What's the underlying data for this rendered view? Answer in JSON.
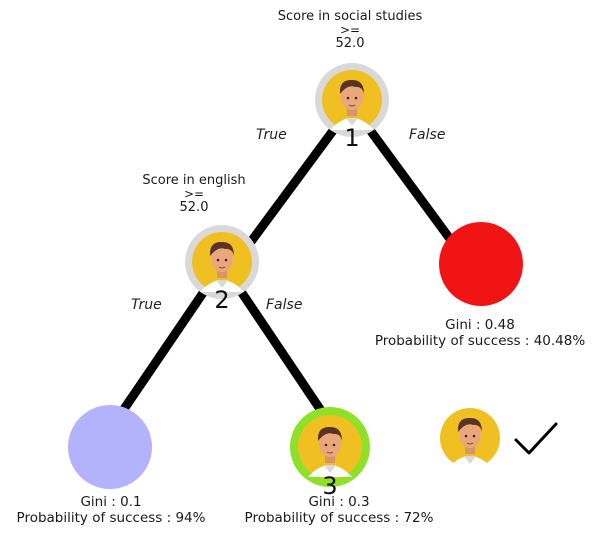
{
  "nodes": {
    "n1": {
      "condition": "Score in social studies",
      "operator": ">=",
      "threshold": "52.0",
      "number": "1",
      "true_label": "True",
      "false_label": "False",
      "ring_color": "#d9d9d9"
    },
    "n2": {
      "condition": "Score in english",
      "operator": ">=",
      "threshold": "52.0",
      "number": "2",
      "true_label": "True",
      "false_label": "False",
      "ring_color": "#d9d9d9"
    },
    "n3": {
      "number": "3",
      "gini": "Gini : 0.3",
      "probability": "Probability of success : 72%",
      "ring_color": "#8ee028"
    },
    "leaf_red": {
      "gini": "Gini : 0.48",
      "probability": "Probability of success : 40.48%",
      "color": "#f01414"
    },
    "leaf_lavender": {
      "gini": "Gini : 0.1",
      "probability": "Probability of success : 94%",
      "color": "#b3b3fb"
    }
  },
  "extra": {
    "avatar_icon": "student-avatar-icon",
    "check_icon": "checkmark-icon"
  },
  "colors": {
    "edge": "#000000",
    "avatar_bg": "#f0c022",
    "skin": "#eaa77d",
    "hair": "#5a3222",
    "shirt": "#ffffff"
  }
}
